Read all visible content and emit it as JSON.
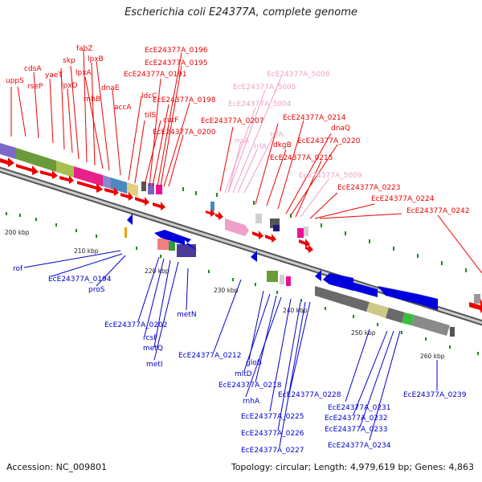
{
  "title": "Escherichia coli E24377A, complete genome",
  "accession": "Accession: NC_009801",
  "stats": "Topology: circular; Length: 4,979,619 bp; Genes: 4,863",
  "colors": {
    "red_label": "#e00000",
    "pink_label": "#f0a0c0",
    "blue_label": "#0000cc",
    "backbone": "#888888"
  },
  "kbp_ticks": [
    "200 kbp",
    "210 kbp",
    "220 kbp",
    "230 kbp",
    "240 kbp",
    "250 kbp",
    "260 kbp"
  ],
  "top_labels": [
    "fabZ",
    "cdsA",
    "skp",
    "lpxB",
    "yaeT",
    "lpxA",
    "uppS",
    "rseP",
    "lpxD",
    "rnhB",
    "dnaE",
    "accA",
    "ldcC",
    "tilS",
    "cutF",
    "EcE24377A_0196",
    "EcE24377A_0195",
    "EcE24377A_0191",
    "EcE24377A_0198",
    "EcE24377A_0200",
    "EcE24377A_5008",
    "EcE24377A_5005",
    "EcE24377A_5004",
    "rrsA",
    "rrlA",
    "rrfA",
    "EcE24377A_0207",
    "dkgB",
    "EcE24377A_0214",
    "dnaQ",
    "EcE24377A_0220",
    "EcE24377A_0215",
    "EcE24377A_5009",
    "EcE24377A_0223",
    "EcE24377A_0224",
    "EcE24377A_0242"
  ],
  "bottom_labels": [
    "rof",
    "EcE24377A_0194",
    "proS",
    "EcE24377A_0202",
    "rcsF",
    "metQ",
    "metI",
    "metN",
    "EcE24377A_0212",
    "gloB",
    "mltD",
    "EcE24377A_0218",
    "rnhA",
    "EcE24377A_0228",
    "EcE24377A_0225",
    "EcE24377A_0226",
    "EcE24377A_0227",
    "EcE24377A_0231",
    "EcE24377A_0232",
    "EcE24377A_0233",
    "EcE24377A_0234",
    "EcE24377A_0239"
  ]
}
